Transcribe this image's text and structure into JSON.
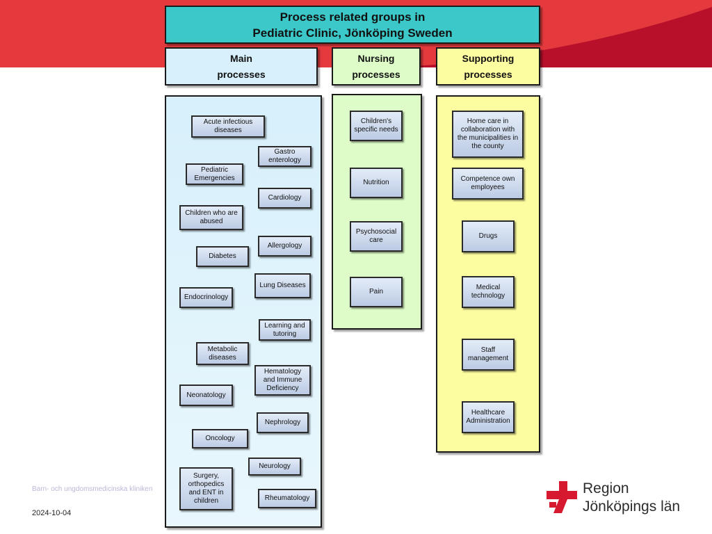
{
  "title": {
    "line1": "Process related groups in",
    "line2": "Pediatric Clinic, Jönköping Sweden"
  },
  "headers": {
    "main": {
      "line1": "Main",
      "line2": "processes"
    },
    "nursing": {
      "line1": "Nursing",
      "line2": "processes"
    },
    "supporting": {
      "line1": "Supporting",
      "line2": "processes"
    }
  },
  "main_nodes": [
    "Acute infectious diseases",
    "Gastro enterology",
    "Pediatric Emergencies",
    "Cardiology",
    "Children who are abused",
    "Allergology",
    "Diabetes",
    "Lung Diseases",
    "Endocrinology",
    "Learning and tutoring",
    "Metabolic diseases",
    "Hematology and Immune Deficiency",
    "Neonatology",
    "Nephrology",
    "Oncology",
    "Neurology",
    "Surgery, orthopedics and ENT in children",
    "Rheumatology"
  ],
  "nursing_nodes": [
    "Children's specific needs",
    "Nutrition",
    "Psychosocial care",
    "Pain"
  ],
  "supporting_nodes": [
    "Home care in collaboration with the municipalities in the county",
    "Competence own employees",
    "Drugs",
    "Medical technology",
    "Staff management",
    "Healthcare Administration"
  ],
  "footer": {
    "department": "Barn- och ungdomsmedicinska kliniken",
    "date": "2024-10-04"
  },
  "logo": {
    "line1": "Region",
    "line2": "Jönköpings län"
  },
  "colors": {
    "banner_red": "#e43a3e",
    "banner_dark": "#b8102a",
    "title_teal": "#3cc8c8",
    "main_blue": "#d7f0fb",
    "nursing_green": "#ddfcc8",
    "supporting_yellow": "#fcfca0",
    "node_blue": "#c9d6ec",
    "logo_red": "#d7192f"
  }
}
